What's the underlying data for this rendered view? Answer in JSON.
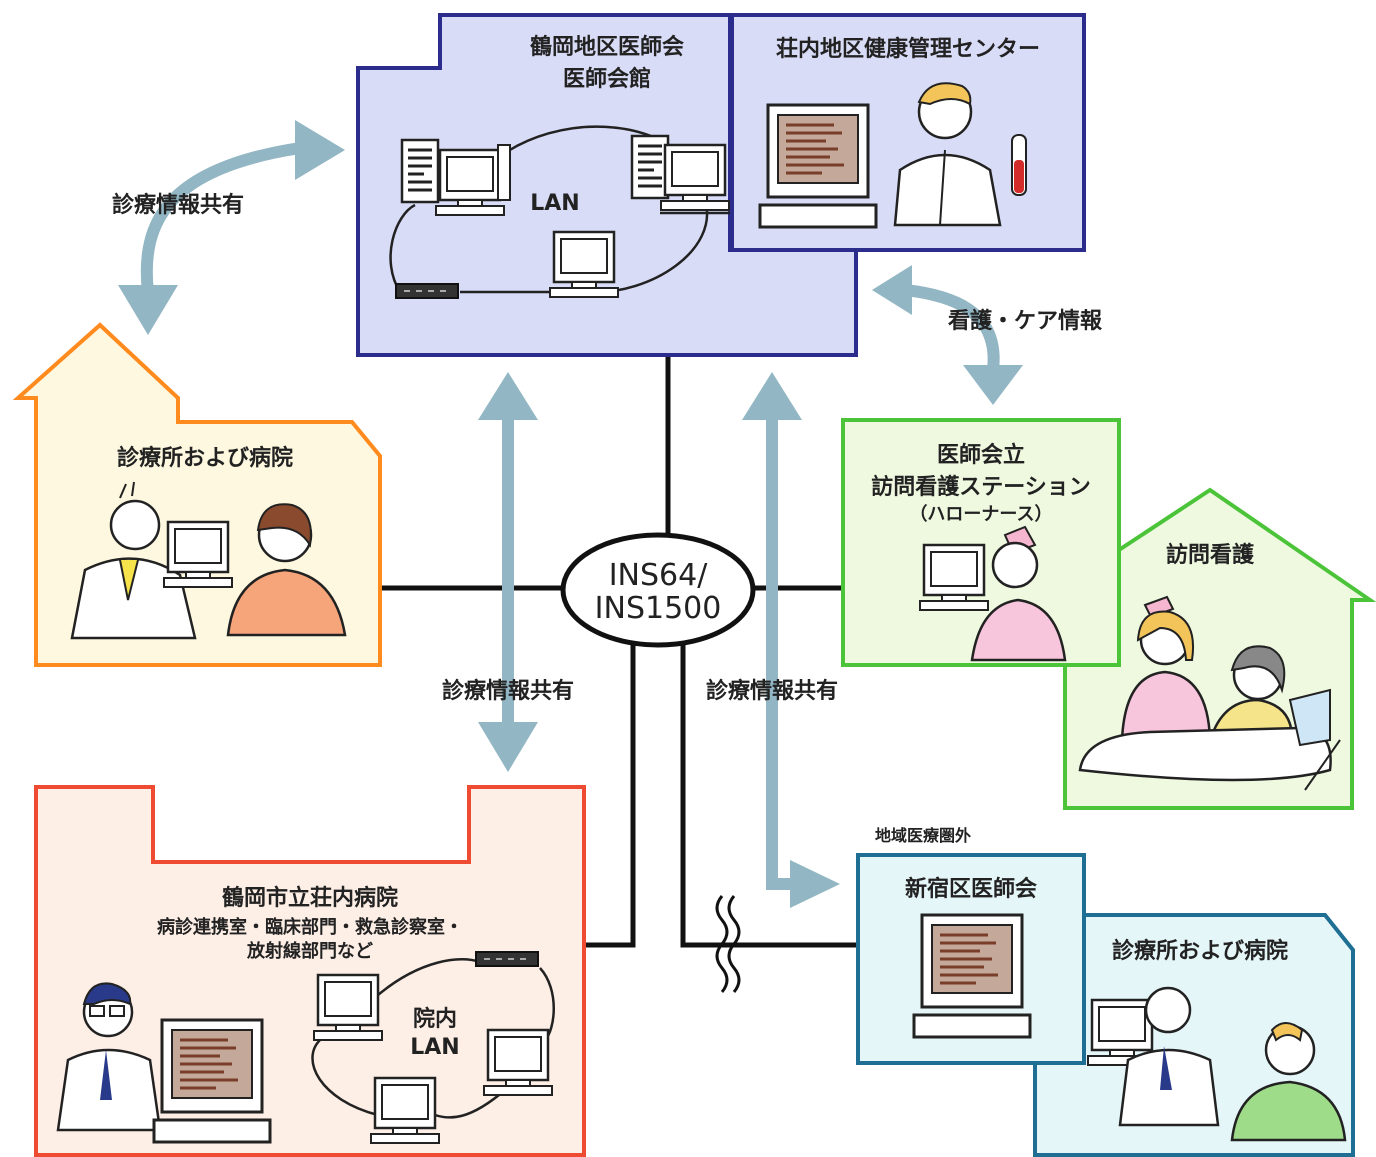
{
  "diagram": {
    "top_center": {
      "title_line1": "鶴岡地区医師会",
      "title_line2": "医師会館",
      "lan_label": "LAN"
    },
    "top_right": {
      "title": "荘内地区健康管理センター"
    },
    "left_clinic": {
      "title": "診療所および病院"
    },
    "nursing_station": {
      "line1": "医師会立",
      "line2": "訪問看護ステーション",
      "line3": "（ハローナース）"
    },
    "home_visit": {
      "title": "訪問看護"
    },
    "hospital": {
      "title": "鶴岡市立荘内病院",
      "line2": "病診連携室・臨床部門・救急診察室・",
      "line3": "放射線部門など",
      "lan_line1": "院内",
      "lan_line2": "LAN"
    },
    "outside_area_label": "地域医療圏外",
    "shinjuku": {
      "title": "新宿区医師会"
    },
    "far_clinic": {
      "title": "診療所および病院"
    },
    "network": {
      "line1": "INS64/",
      "line2": "INS1500"
    },
    "arrows": {
      "top_left": "診療情報共有",
      "top_right": "看護・ケア情報",
      "center_left": "診療情報共有",
      "center_right": "診療情報共有"
    },
    "colors": {
      "top_fill": "#d9dcf6",
      "top_border": "#2c2c8c",
      "left_border": "#ff8a1e",
      "left_fill": "#fdf8df",
      "green_border": "#4cc43a",
      "green_fill": "#eef9e0",
      "hospital_border": "#ef4a32",
      "hospital_fill": "#fdeee6",
      "teal_border": "#1f6f94",
      "teal_fill": "#e5f6f9",
      "arrow": "#92b6c3"
    }
  }
}
